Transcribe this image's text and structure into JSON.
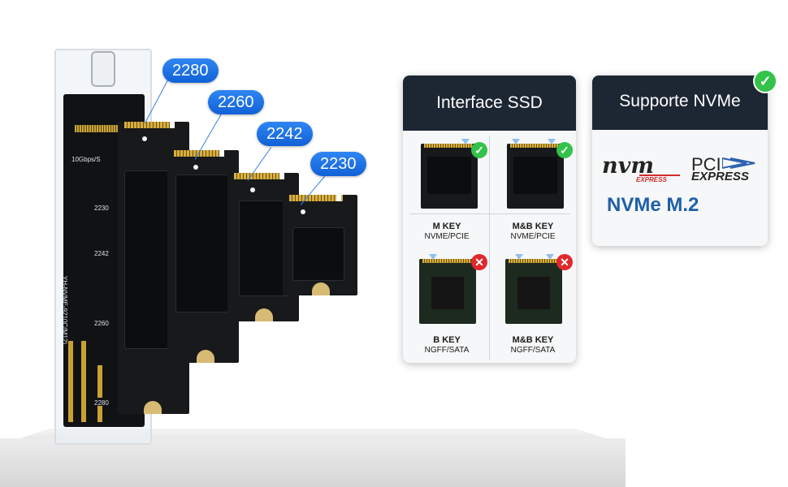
{
  "adapter": {
    "speed_label": "10Gbps/S",
    "model_label": "YH-NVME-9210C(M12)",
    "size_marks": [
      "2230",
      "2242",
      "2260",
      "2280"
    ]
  },
  "ssd_sizes": [
    "2280",
    "2260",
    "2242",
    "2230"
  ],
  "interface_card": {
    "title": "Interface SSD",
    "keys": [
      {
        "title": "M KEY",
        "sub": "NVME/PCIE",
        "status": "supported"
      },
      {
        "title": "M&B KEY",
        "sub": "NVME/PCIE",
        "status": "supported"
      },
      {
        "title": "B KEY",
        "sub": "NGFF/SATA",
        "status": "unsupported"
      },
      {
        "title": "M&B KEY",
        "sub": "NGFF/SATA",
        "status": "unsupported"
      }
    ]
  },
  "nvme_card": {
    "title": "Supporte NVMe",
    "nvm_logo_word": "nvm",
    "nvm_logo_sub": "EXPRESS",
    "pci_logo_top": "PCI",
    "pci_logo_bottom": "EXPRESS",
    "caption": "NVMe M.2",
    "check_color": "#33c24a"
  },
  "colors": {
    "pill_blue": "#1a6fe6",
    "card_header": "#1d2633",
    "ok_green": "#33c24a",
    "bad_red": "#e0282d",
    "caption_blue": "#1f5fa8"
  }
}
